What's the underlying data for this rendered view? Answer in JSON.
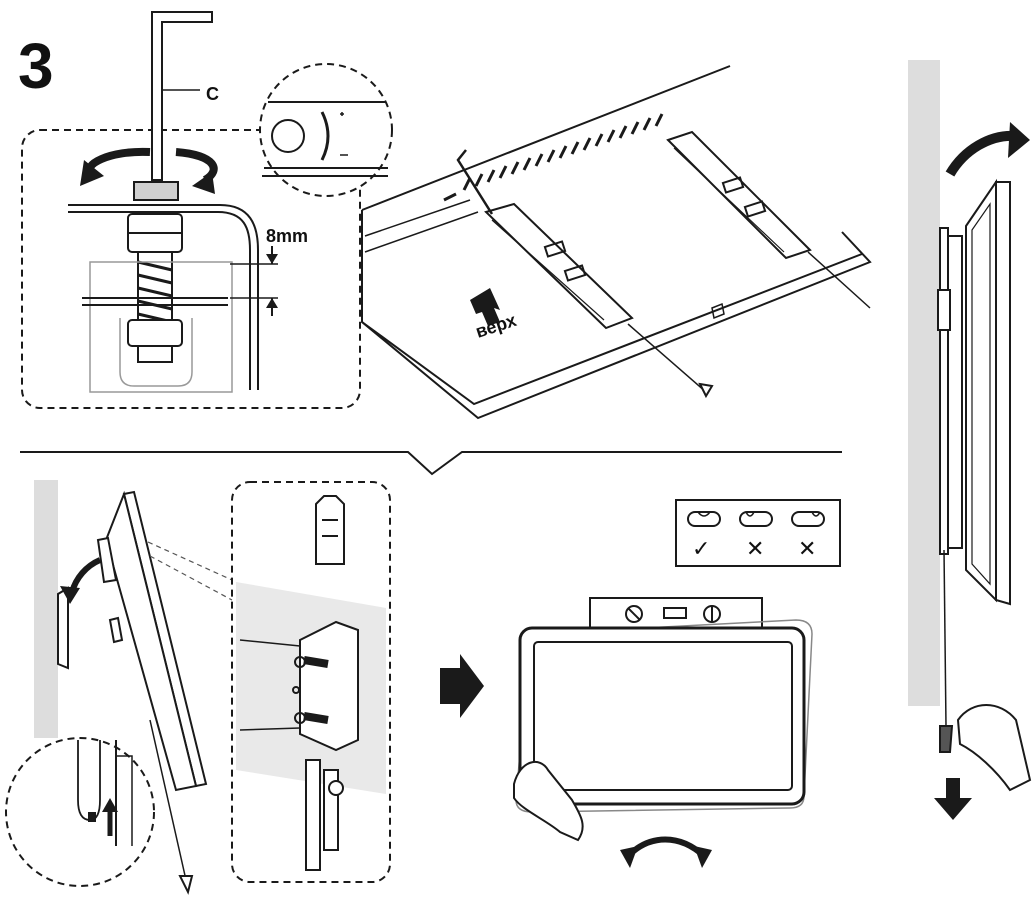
{
  "step": {
    "number": "3"
  },
  "callouts": {
    "tool": "C",
    "gap": "8mm",
    "direction": "верх"
  },
  "alignment_check": {
    "marks": [
      "✓",
      "✕",
      "✕"
    ]
  },
  "colors": {
    "line": "#1a1a1a",
    "wall": "#dddddd",
    "highlight": "#e9e9e9",
    "background": "#ffffff"
  },
  "icons": [
    "allen-key-icon",
    "rotate-arrow-icon",
    "check-icon",
    "cross-icon",
    "right-arrow-icon",
    "down-arrow-icon",
    "hand-icon"
  ]
}
